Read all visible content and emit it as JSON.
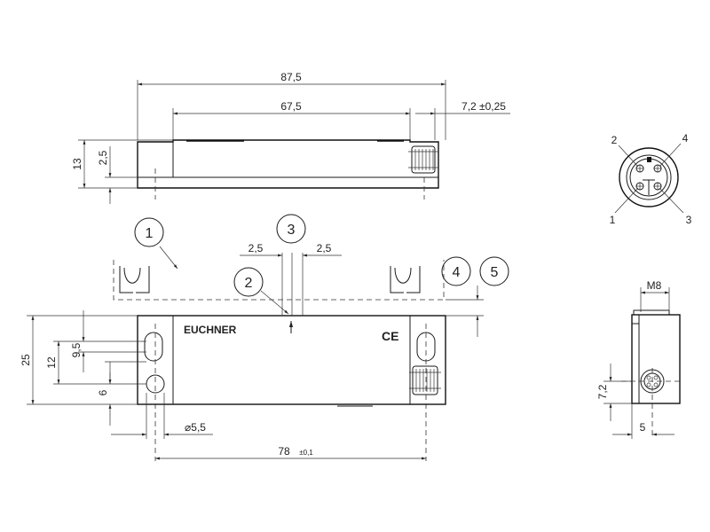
{
  "dimensions": {
    "top_length_total": "87,5",
    "top_length_body": "67,5",
    "top_connector": "7,2 ±0,25",
    "top_height": "13",
    "top_step": "2,5",
    "front_gap_left": "2,5",
    "front_gap_right": "2,5",
    "front_height": "25",
    "front_12": "12",
    "front_9_5": "9,5",
    "front_6": "6",
    "front_hole_dia": "⌀5,5",
    "front_hole_pitch": "78",
    "front_hole_pitch_tol": "±0,1",
    "side_thread": "M8",
    "side_7_2": "7,2",
    "side_5": "5"
  },
  "callouts": [
    "1",
    "2",
    "3",
    "4",
    "5"
  ],
  "pins": [
    "2",
    "4",
    "1",
    "3"
  ],
  "front_label": "EUCHNER",
  "ce_mark": "CE"
}
